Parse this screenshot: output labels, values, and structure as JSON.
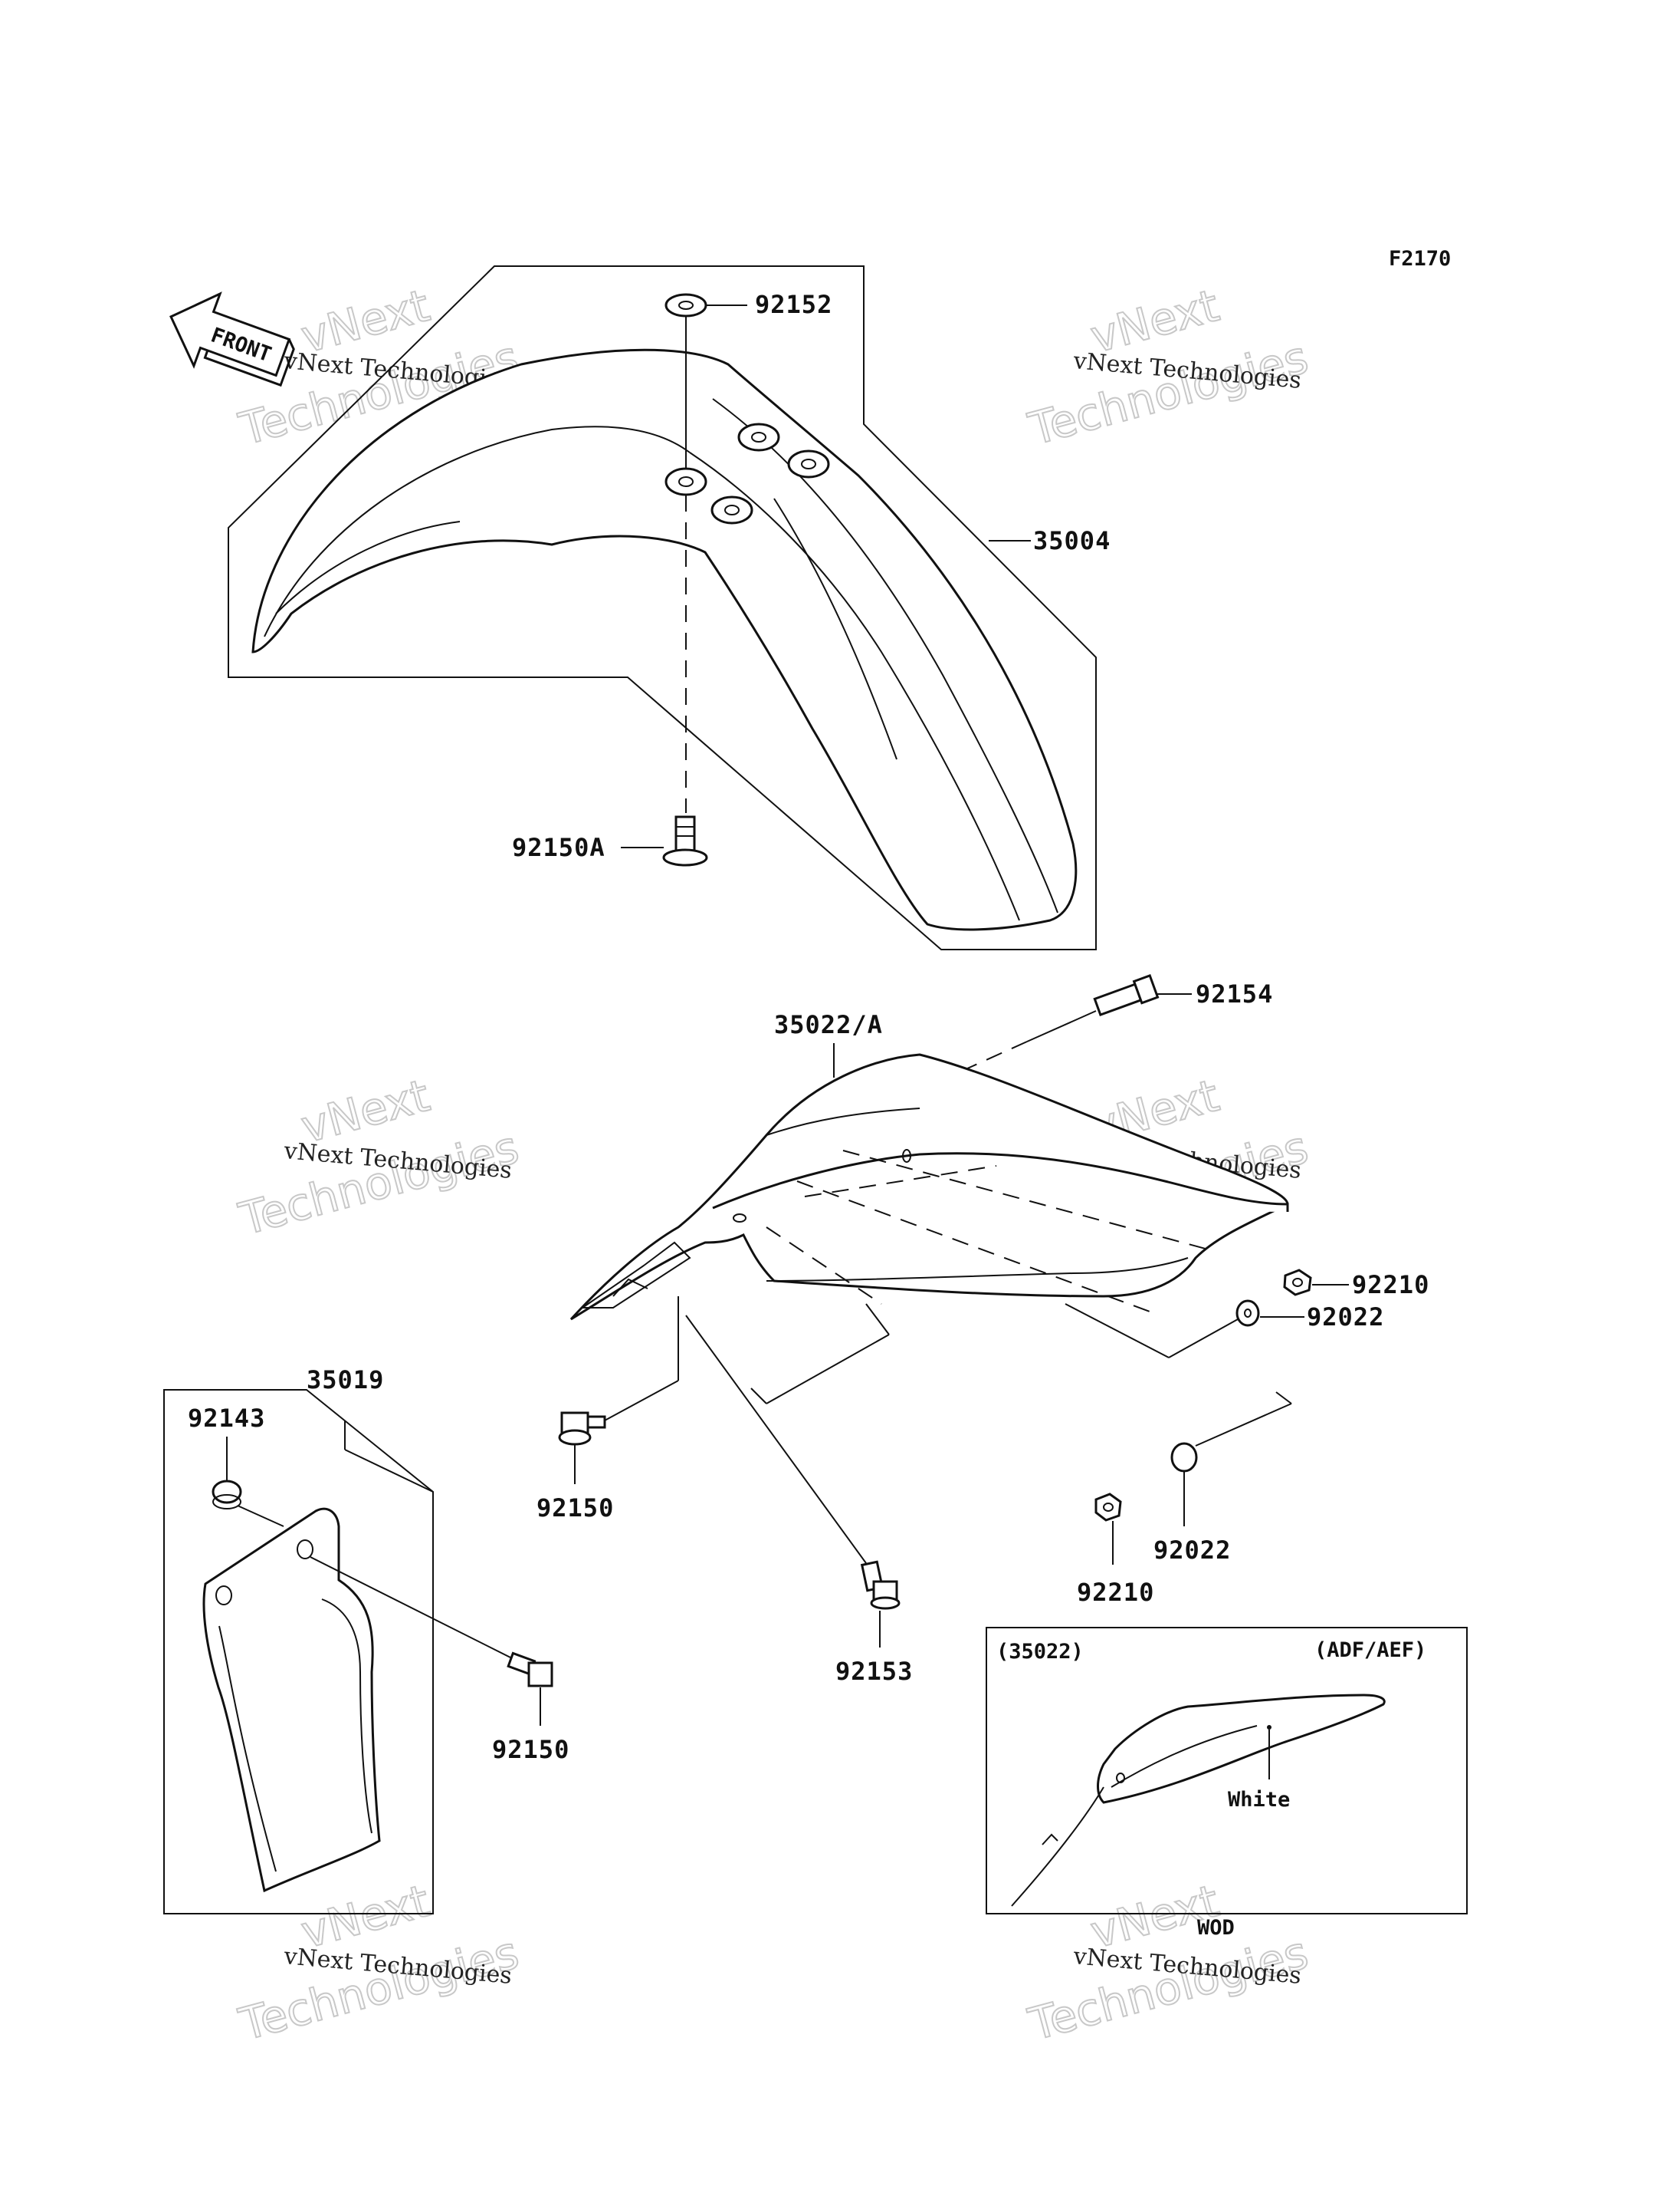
{
  "diagram": {
    "code": "F2170",
    "front_arrow_label": "FRONT",
    "parts": {
      "p92152": "92152",
      "p35004": "35004",
      "p92150A": "92150A",
      "p92154": "92154",
      "p35022A": "35022/A",
      "p92210_right": "92210",
      "p92022_right": "92022",
      "p35019": "35019",
      "p92143": "92143",
      "p92150_mid": "92150",
      "p92022_low": "92022",
      "p92210_low": "92210",
      "p92153": "92153",
      "p92150_left": "92150"
    },
    "inset": {
      "ref": "(35022)",
      "models": "(ADF/AEF)",
      "color": "White",
      "color_code": "WOD"
    },
    "watermark": {
      "line1": "vNext Technologies",
      "line2": "vNext",
      "line3": "Technologies"
    }
  }
}
